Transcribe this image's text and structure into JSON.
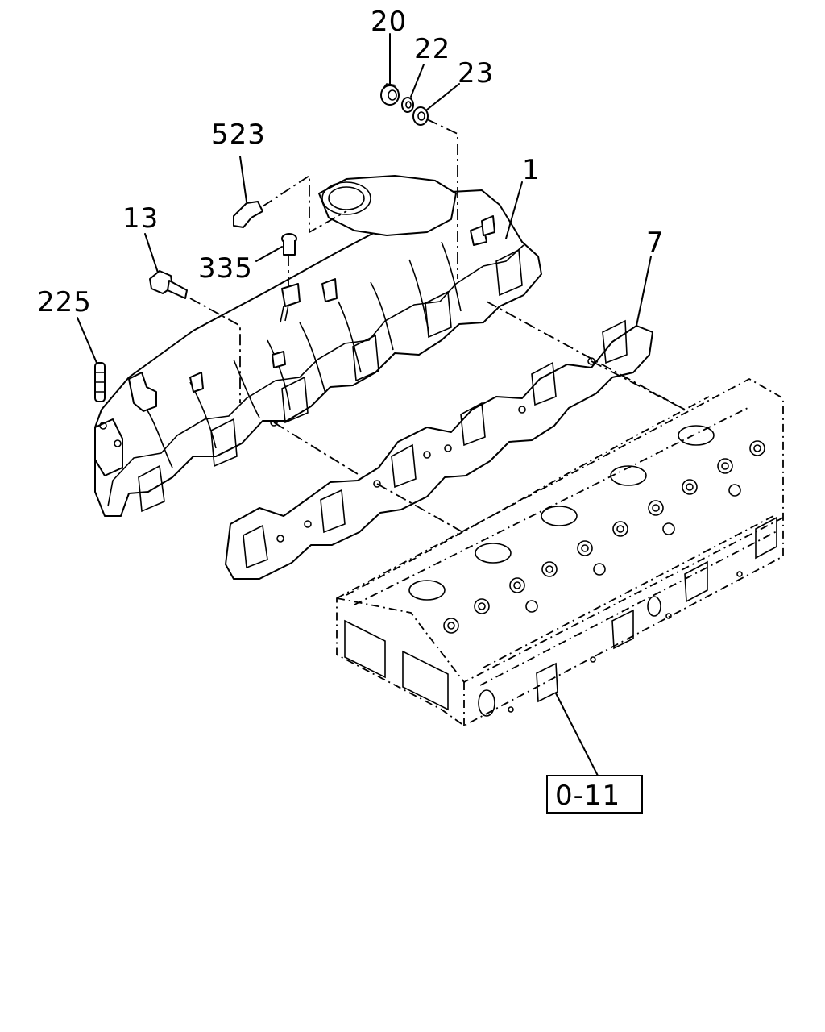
{
  "callouts": {
    "nut": "20",
    "lock_washer": "22",
    "washer": "23",
    "hose": "523",
    "exhaust_manifold": "1",
    "bolt": "13",
    "sensor_bolt": "335",
    "gasket": "7",
    "stud": "225"
  },
  "reference": {
    "cylinder_head": "0-11"
  }
}
